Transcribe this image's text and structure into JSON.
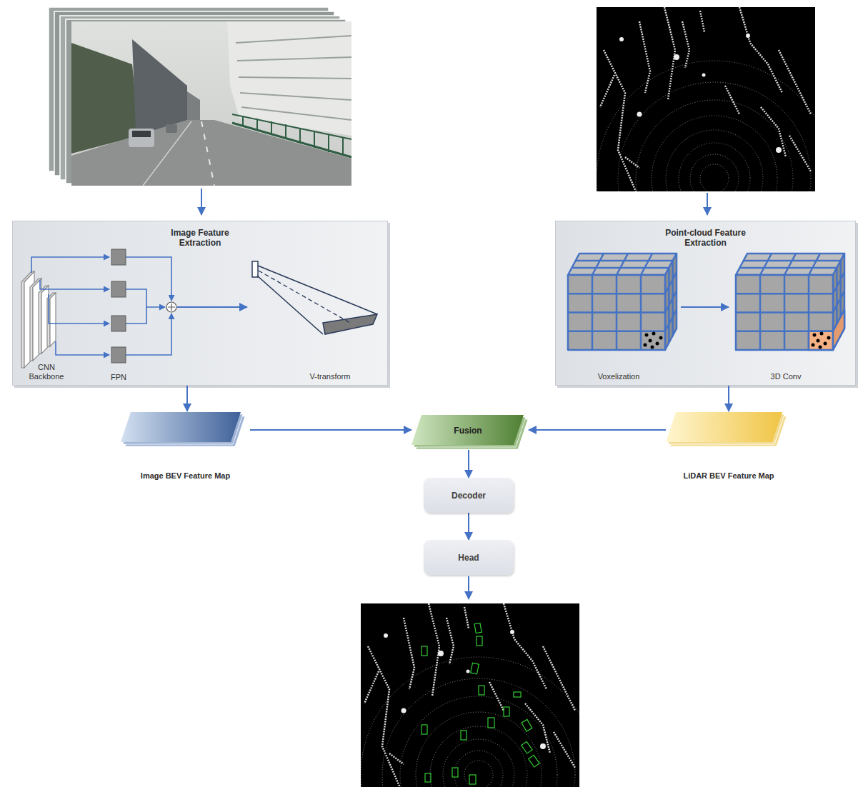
{
  "diagram": {
    "nodes": [
      {
        "text": [
          "Image Feature Extraction"
        ]
      },
      {
        "text": [
          "Point-cloud Feature Extraction"
        ]
      },
      {
        "text": [
          "Image BEV Feature Map"
        ]
      },
      {
        "text": [
          "Fusion"
        ]
      },
      {
        "text": [
          "LiDAR BEV Feature Map"
        ]
      },
      {
        "text": [
          "Decoder"
        ]
      },
      {
        "text": [
          "Head"
        ]
      }
    ],
    "edges": [
      {
        "from": 0,
        "to": 2,
        "arrow": "to"
      },
      {
        "from": 1,
        "to": 4,
        "arrow": "to"
      },
      {
        "from": 2,
        "to": 3,
        "arrow": "to"
      },
      {
        "from": 4,
        "to": 3,
        "arrow": "to"
      },
      {
        "from": 3,
        "to": 5,
        "arrow": "to"
      },
      {
        "from": 5,
        "to": 6,
        "arrow": "to"
      }
    ],
    "labels": [
      "CNN Backbone",
      "FPN",
      "V-transform",
      "Voxelization",
      "3D Conv"
    ]
  }
}
